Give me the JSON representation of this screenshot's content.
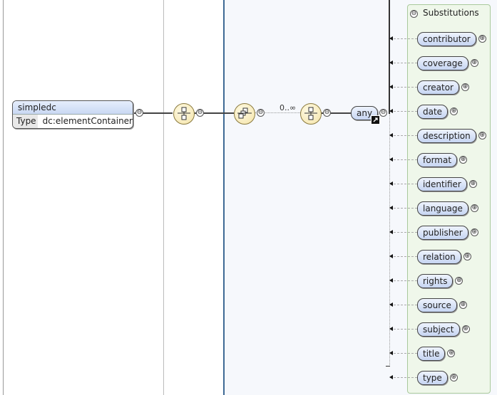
{
  "root": {
    "name": "simpledc",
    "type_key": "Type",
    "type_value": "dc:elementContainer"
  },
  "sequence": {
    "cardinality": "0..∞"
  },
  "wildcard": {
    "label": "any"
  },
  "substitutions": {
    "title": "Substitutions",
    "items": [
      "contributor",
      "coverage",
      "creator",
      "date",
      "description",
      "format",
      "identifier",
      "language",
      "publisher",
      "relation",
      "rights",
      "source",
      "subject",
      "title",
      "type"
    ]
  },
  "icons": {
    "collapse": "⊖",
    "expand": "⊕"
  },
  "colors": {
    "pill_top": "#eef3fd",
    "pill_bottom": "#c6d5f2",
    "subs_bg": "#eff7ea",
    "panel_bg": "#f6f8fc"
  }
}
